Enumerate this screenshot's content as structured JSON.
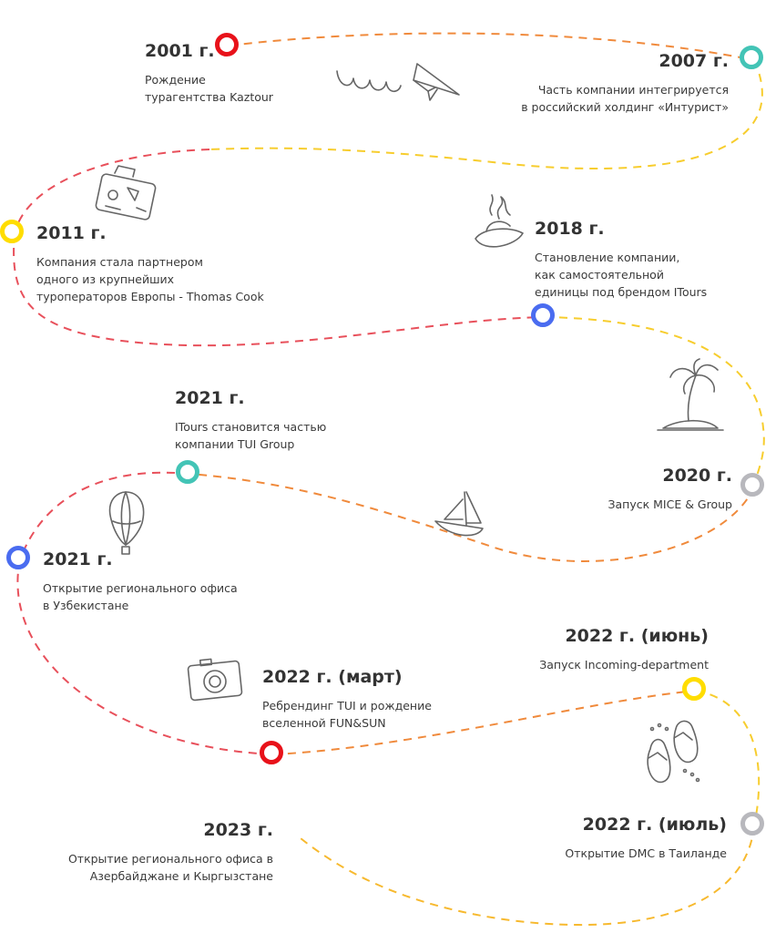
{
  "timeline": {
    "colors": {
      "red": "#e8121a",
      "teal": "#43c4b6",
      "yellow": "#ffdd00",
      "blue": "#4a6cf0",
      "gray": "#b8b8bd",
      "path_red": "#e8505b",
      "path_orange": "#f08a3c",
      "path_yellow": "#f7cd2e"
    },
    "events": [
      {
        "year": "2001 г.",
        "description": "Рождение\nтурагентства Kaztour",
        "node_color": "red"
      },
      {
        "year": "2007 г.",
        "description": "Часть компании интегрируется\nв российский холдинг «Интурист»",
        "node_color": "teal"
      },
      {
        "year": "2011 г.",
        "description": "Компания стала партнером\nодного из крупнейших\nтуроператоров Европы - Thomas Cook",
        "node_color": "yellow"
      },
      {
        "year": "2018 г.",
        "description": "Становление компании,\nкак самостоятельной\nединицы под брендом ITours",
        "node_color": "blue"
      },
      {
        "year": "2020 г.",
        "description": "Запуск MICE & Group",
        "node_color": "gray"
      },
      {
        "year": "2021 г.",
        "description": "ITours становится частью\nкомпании TUI Group",
        "node_color": "teal"
      },
      {
        "year": "2021 г.",
        "description": "Открытие регионального офиса\nв Узбекистане",
        "node_color": "blue"
      },
      {
        "year": "2022 г. (март)",
        "description": "Ребрендинг TUI и рождение\nвселенной FUN&SUN",
        "node_color": "red"
      },
      {
        "year": "2022 г. (июнь)",
        "description": "Запуск Incoming-department",
        "node_color": "yellow"
      },
      {
        "year": "2022 г. (июль)",
        "description": "Открытие DMC в Таиланде",
        "node_color": "gray"
      },
      {
        "year": "2023 г.",
        "description": "Открытие регионального офиса в\nАзербайджане и Кыргызстане",
        "node_color": "none"
      }
    ],
    "icons": [
      "paper-plane-icon",
      "suitcase-icon",
      "sun-hat-icon",
      "palm-island-icon",
      "sailboat-icon",
      "hot-air-balloon-icon",
      "camera-icon",
      "flip-flops-icon"
    ]
  }
}
